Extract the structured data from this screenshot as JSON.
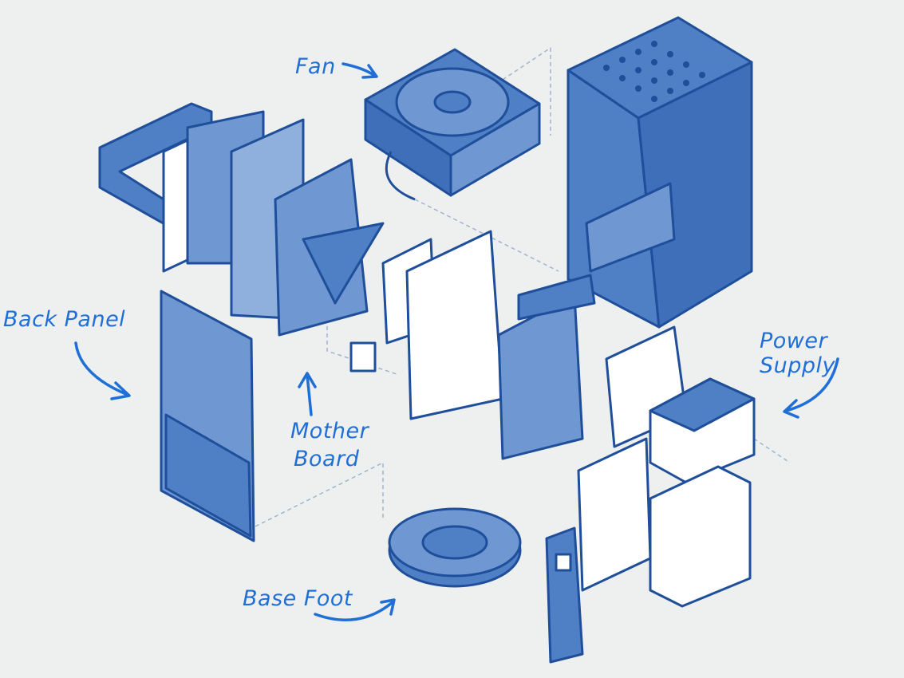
{
  "labels": {
    "fan": "Fan",
    "back_panel": "Back Panel",
    "power_supply": "Power Supply",
    "mother_board_line1": "Mother",
    "mother_board_line2": "Board",
    "base_foot": "Base Foot"
  },
  "colors": {
    "background": "#eef0f0",
    "outline": "#1f4f9a",
    "fill_dark": "#4f7fc4",
    "fill_mid": "#6f97d2",
    "fill_light": "#ffffff",
    "label": "#1f6fd6"
  }
}
